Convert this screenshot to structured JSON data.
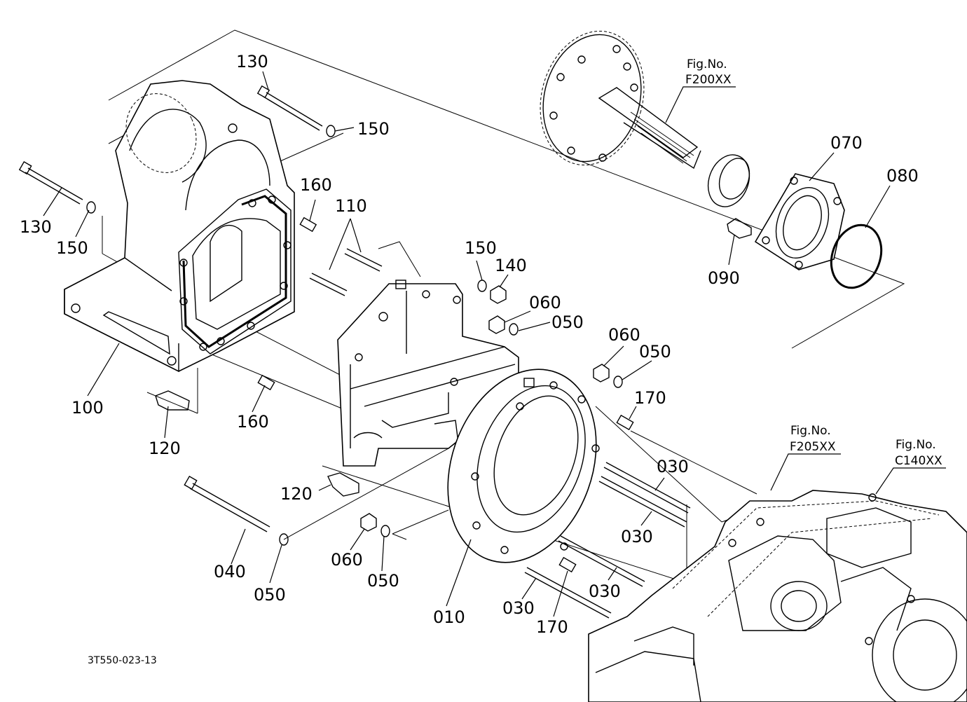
{
  "parts": [
    {
      "key": "p130a",
      "number": "130"
    },
    {
      "key": "p150a",
      "number": "150"
    },
    {
      "key": "p130b",
      "number": "130"
    },
    {
      "key": "p150b",
      "number": "150"
    },
    {
      "key": "p160a",
      "number": "160"
    },
    {
      "key": "p110",
      "number": "110"
    },
    {
      "key": "p100",
      "number": "100"
    },
    {
      "key": "p120a",
      "number": "120"
    },
    {
      "key": "p160b",
      "number": "160"
    },
    {
      "key": "p150c",
      "number": "150"
    },
    {
      "key": "p140",
      "number": "140"
    },
    {
      "key": "p060a",
      "number": "060"
    },
    {
      "key": "p050a",
      "number": "050"
    },
    {
      "key": "p060b",
      "number": "060"
    },
    {
      "key": "p050b",
      "number": "050"
    },
    {
      "key": "p170a",
      "number": "170"
    },
    {
      "key": "p120b",
      "number": "120"
    },
    {
      "key": "p040",
      "number": "040"
    },
    {
      "key": "p050c",
      "number": "050"
    },
    {
      "key": "p060c",
      "number": "060"
    },
    {
      "key": "p050d",
      "number": "050"
    },
    {
      "key": "p010",
      "number": "010"
    },
    {
      "key": "p030a",
      "number": "030"
    },
    {
      "key": "p030b",
      "number": "030"
    },
    {
      "key": "p030c",
      "number": "030"
    },
    {
      "key": "p030d",
      "number": "030"
    },
    {
      "key": "p170b",
      "number": "170"
    },
    {
      "key": "p070",
      "number": "070"
    },
    {
      "key": "p080",
      "number": "080"
    },
    {
      "key": "p090",
      "number": "090"
    }
  ],
  "figure_refs": [
    {
      "label": "Fig.No.",
      "code": "F200XX"
    },
    {
      "label": "Fig.No.",
      "code": "F205XX"
    },
    {
      "label": "Fig.No.",
      "code": "C140XX"
    }
  ],
  "drawing_code": "3T550-023-13"
}
